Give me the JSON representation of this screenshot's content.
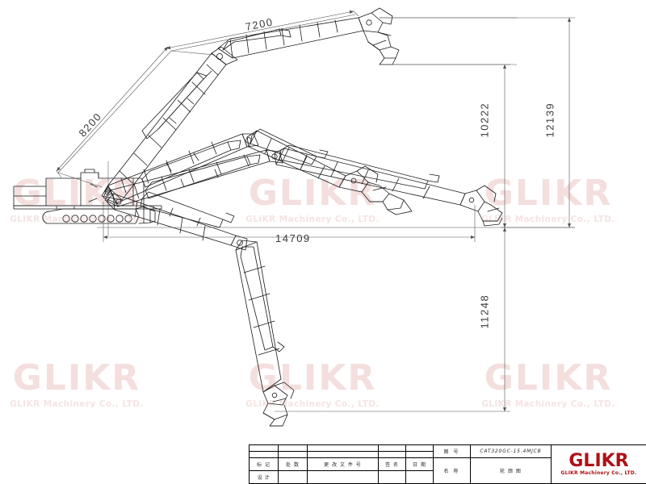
{
  "document": {
    "type": "engineering-outline-drawing",
    "machine": "CAT320GC-15.4MJCB"
  },
  "watermark": {
    "main": "GLIKR",
    "sub": "GLIKR Machinery Co., LTD."
  },
  "dimensions": {
    "boom_upper": "7200",
    "boom_lower": "8200",
    "reach_horizontal": "14709",
    "height_inner": "10222",
    "height_outer": "12139",
    "depth_below": "11248"
  },
  "title_block": {
    "revision_headers": {
      "mark": "标 记",
      "qty": "处 数",
      "change_doc_no": "更 改 文 件 号",
      "signature": "签 名",
      "date": "日 期"
    },
    "fields": {
      "drawing_no_label": "图 号",
      "drawing_no_value": "CAT320GC-15.4MJCB",
      "name_label": "名 称",
      "name_value": "轮 廓 图",
      "designer_label": "设 计"
    },
    "logo": {
      "main": "GLIKR",
      "sub": "GLIKR Machinery Co., LTD."
    }
  },
  "colors": {
    "line": "#1a1a1a",
    "dimension_line": "#555555",
    "brand_red": "#b01116",
    "watermark": "#f4dede"
  }
}
